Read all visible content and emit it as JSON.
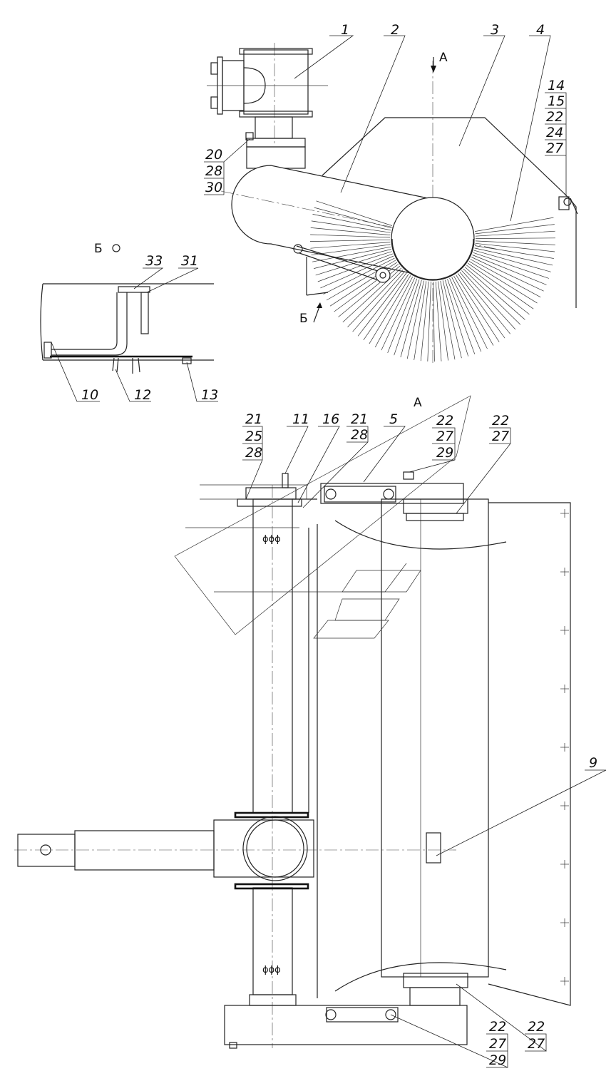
{
  "drawing": {
    "view_labels": {
      "a_top": "А",
      "a_section": "А",
      "b_arrow": "Б",
      "b_view": "Б"
    },
    "callouts": {
      "c1": "1",
      "c2": "2",
      "c3": "3",
      "c4": "4",
      "c14": "14",
      "c15": "15",
      "c22_top": "22",
      "c24": "24",
      "c27_top": "27",
      "c20": "20",
      "c28_top": "28",
      "c30": "30",
      "c33": "33",
      "c31": "31",
      "c10": "10",
      "c12": "12",
      "c13": "13",
      "c21a": "21",
      "c25": "25",
      "c28a": "28",
      "c11": "11",
      "c16": "16",
      "c21b": "21",
      "c28b": "28",
      "c5": "5",
      "c22a": "22",
      "c27a": "27",
      "c29a": "29",
      "c22b": "22",
      "c27b": "27",
      "c9": "9",
      "c22c": "22",
      "c27c": "27",
      "c29c": "29",
      "c22d": "22",
      "c27d": "27"
    }
  }
}
